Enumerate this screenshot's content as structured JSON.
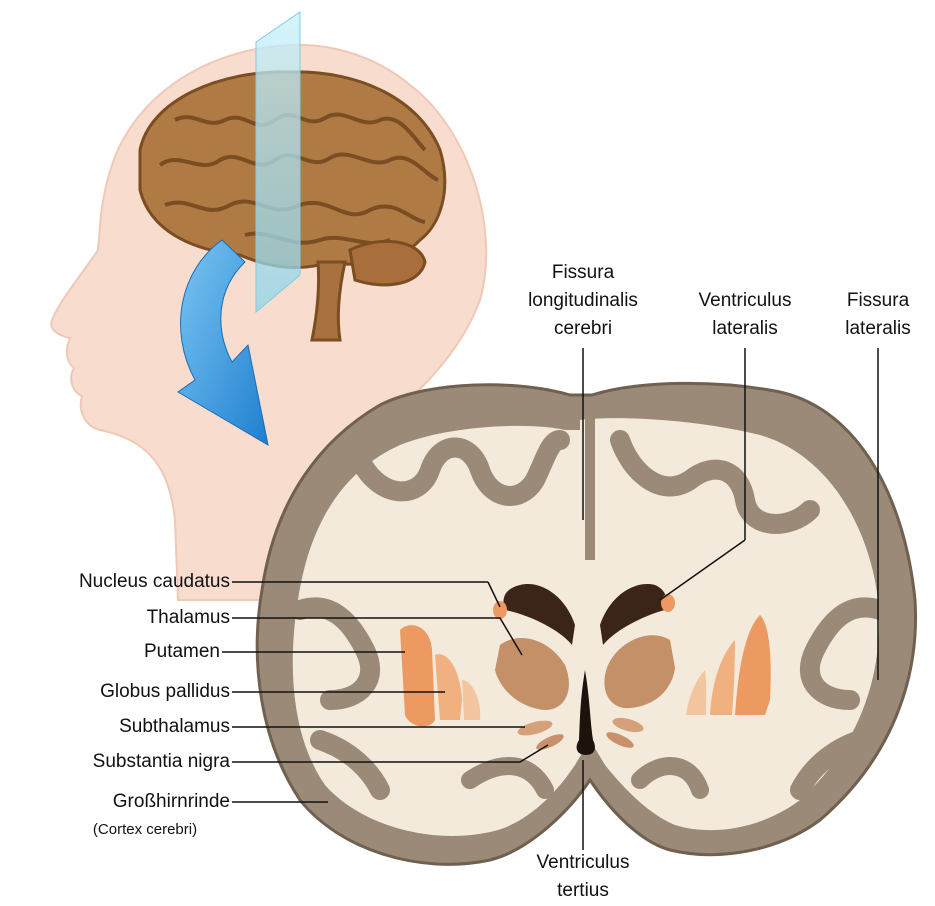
{
  "labels": {
    "fissura_longitudinalis": [
      "Fissura",
      "longitudinalis",
      "cerebri"
    ],
    "ventriculus_lateralis": [
      "Ventriculus",
      "lateralis"
    ],
    "fissura_lateralis": [
      "Fissura",
      "lateralis"
    ],
    "nucleus_caudatus": "Nucleus caudatus",
    "thalamus": "Thalamus",
    "putamen": "Putamen",
    "globus_pallidus": "Globus pallidus",
    "subthalamus": "Subthalamus",
    "substantia_nigra": "Substantia nigra",
    "grosshirnrinde": "Großhirnrinde",
    "cortex_cerebri": "(Cortex cerebri)",
    "ventriculus_tertius": [
      "Ventriculus",
      "tertius"
    ]
  },
  "colors": {
    "skin": "#f8dccd",
    "brain": "#b07a45",
    "cortex_gray": "#9b8a78",
    "white_matter": "#f3eadc",
    "ventricle": "#3a2518",
    "putamen": "#ec9a62",
    "thalamus": "#c49068",
    "arrow": "#2f8fd8",
    "plane": "#a9e1ef"
  }
}
